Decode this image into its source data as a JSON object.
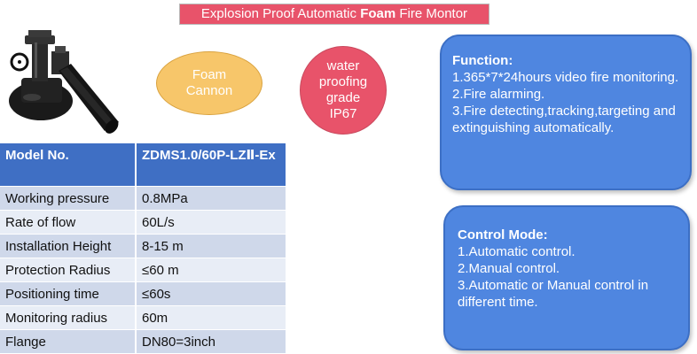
{
  "title": {
    "before": "Explosion Proof Automatic ",
    "bold": "Foam",
    "after": " Fire Montor"
  },
  "product_image": {
    "icon": "foam-fire-monitor-icon"
  },
  "foam_cannon": {
    "line1": "Foam",
    "line2": "Cannon",
    "color": "#f7c66a"
  },
  "ip_rating": {
    "line1": "water",
    "line2": "proofing",
    "line3": "grade",
    "line4": "IP67",
    "color": "#e8536a"
  },
  "function_box": {
    "heading": "Function:",
    "items": [
      "1.365*7*24hours video fire monitoring.",
      "2.Fire alarming.",
      "3.Fire detecting,tracking,targeting and extinguishing automatically."
    ],
    "color": "#4f86e0"
  },
  "control_box": {
    "heading": "Control Mode:",
    "items": [
      "1.Automatic control.",
      "2.Manual control.",
      "3.Automatic or Manual control in different time."
    ]
  },
  "spec_table": {
    "header": {
      "label": "Model No.",
      "value": "ZDMS1.0/60P-LZⅡ-Ex"
    },
    "rows": [
      {
        "label": "Working pressure",
        "value": "0.8MPa"
      },
      {
        "label": "Rate of flow",
        "value": "60L/s"
      },
      {
        "label": "Installation Height",
        "value": "8-15 m"
      },
      {
        "label": "Protection Radius",
        "value": "≤60 m"
      },
      {
        "label": "Positioning time",
        "value": "≤60s"
      },
      {
        "label": "Monitoring radius",
        "value": "60m"
      },
      {
        "label": "Flange",
        "value": "DN80=3inch"
      }
    ]
  }
}
